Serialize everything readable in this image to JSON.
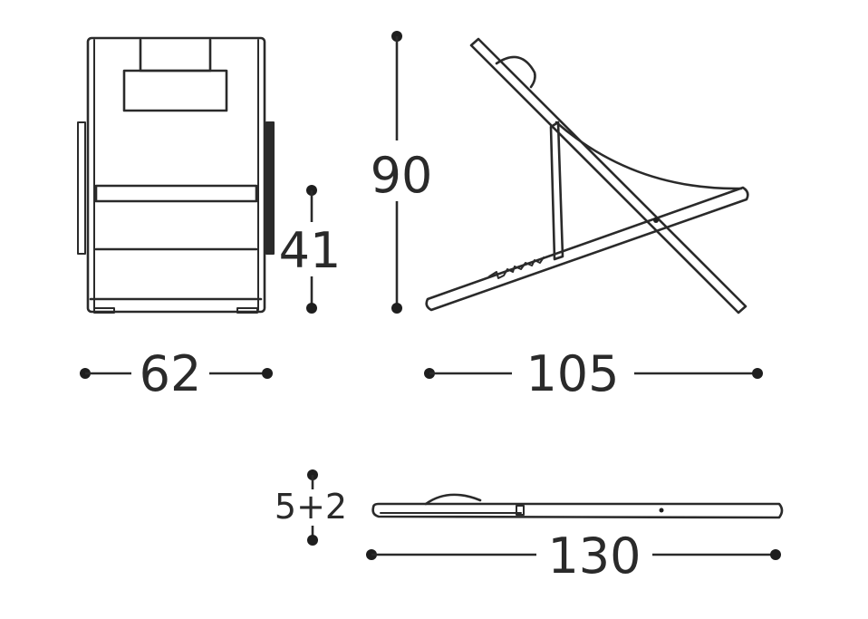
{
  "dimensions": {
    "width": "62",
    "seat_height": "41",
    "height": "90",
    "depth": "105",
    "folded_thickness": "5+2",
    "folded_length": "130"
  },
  "colors": {
    "ink": "#2a2a2a",
    "background": "#ffffff"
  }
}
